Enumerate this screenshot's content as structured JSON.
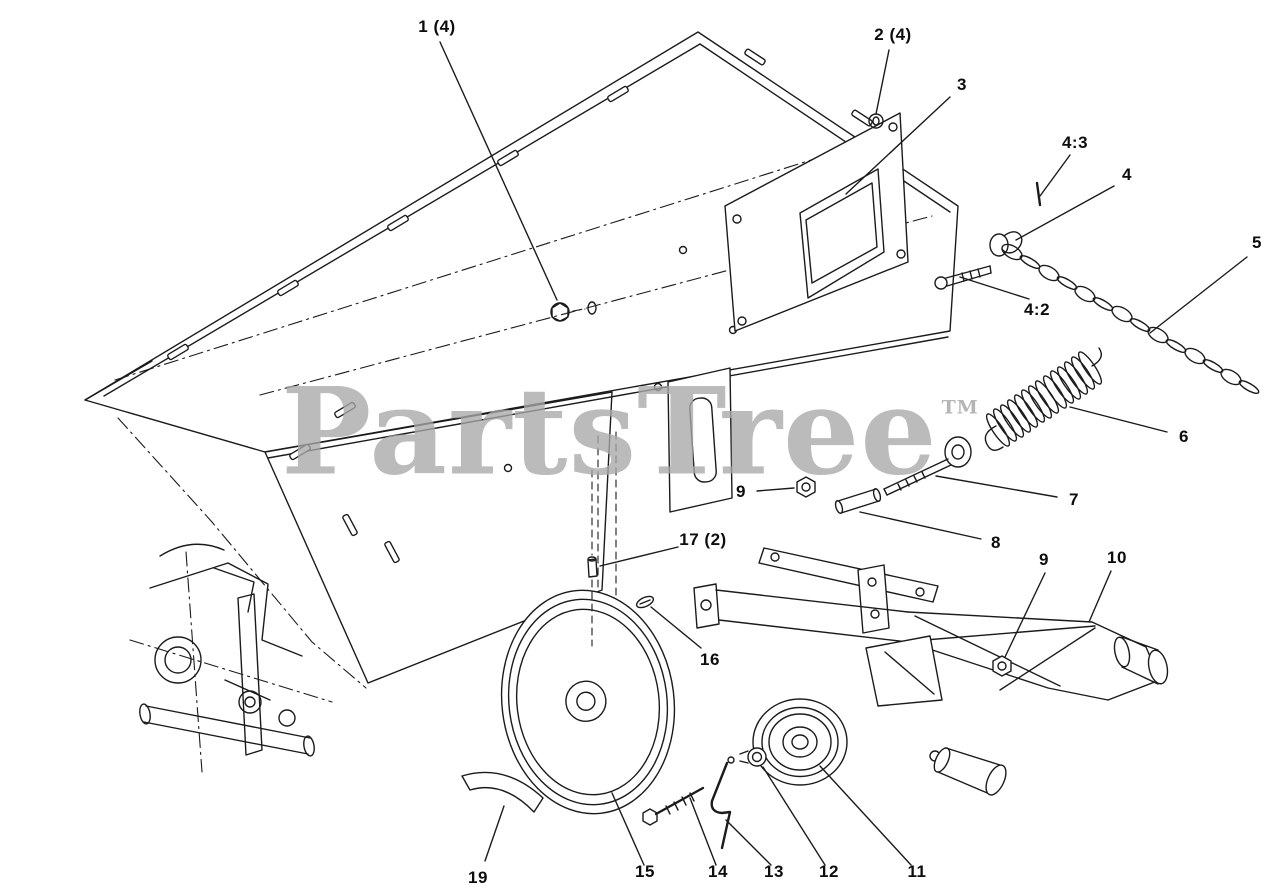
{
  "page": {
    "background": "#ffffff",
    "line_color": "#1b1b1b",
    "watermark_color": "#a8a8a8"
  },
  "watermark": {
    "text": "PartsTree",
    "tm": "TM"
  },
  "diagram": {
    "type": "exploded-parts-diagram"
  },
  "callouts": {
    "c1": "1 (4)",
    "c2": "2 (4)",
    "c3": "3",
    "c4_3": "4:3",
    "c4": "4",
    "c5": "5",
    "c4_2": "4:2",
    "c6": "6",
    "c7": "7",
    "c8": "8",
    "c9_left": "9",
    "c9_right": "9",
    "c10": "10",
    "c17": "17 (2)",
    "c16": "16",
    "c19": "19",
    "c15": "15",
    "c14": "14",
    "c13": "13",
    "c12": "12",
    "c11": "11"
  }
}
